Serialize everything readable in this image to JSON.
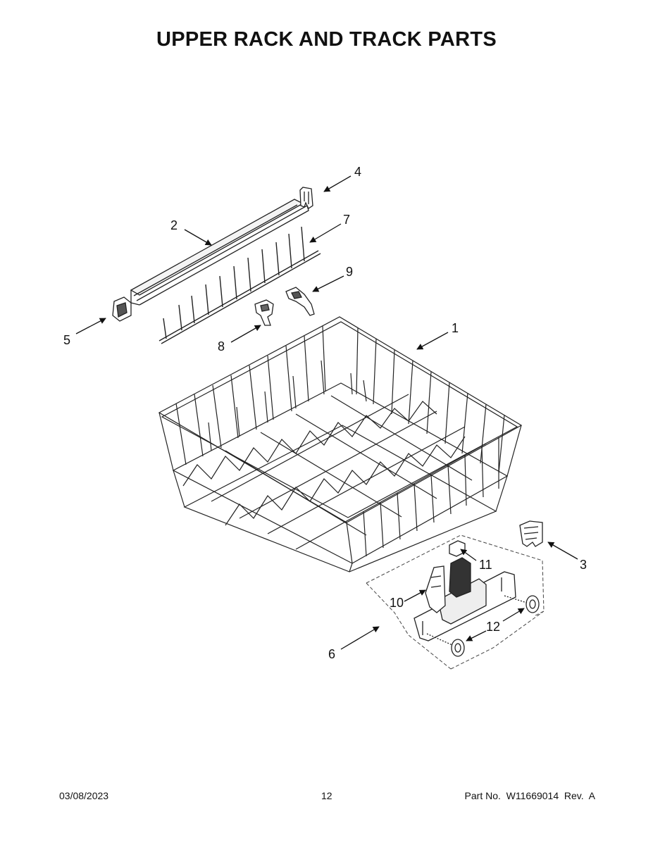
{
  "title": "UPPER RACK AND TRACK PARTS",
  "callouts": {
    "c1": "1",
    "c2": "2",
    "c3": "3",
    "c4": "4",
    "c5": "5",
    "c6": "6",
    "c7": "7",
    "c8": "8",
    "c9": "9",
    "c10": "10",
    "c11": "11",
    "c12": "12"
  },
  "footer": {
    "date": "03/08/2023",
    "page": "12",
    "part": "Part No.  W11669014  Rev.  A"
  }
}
